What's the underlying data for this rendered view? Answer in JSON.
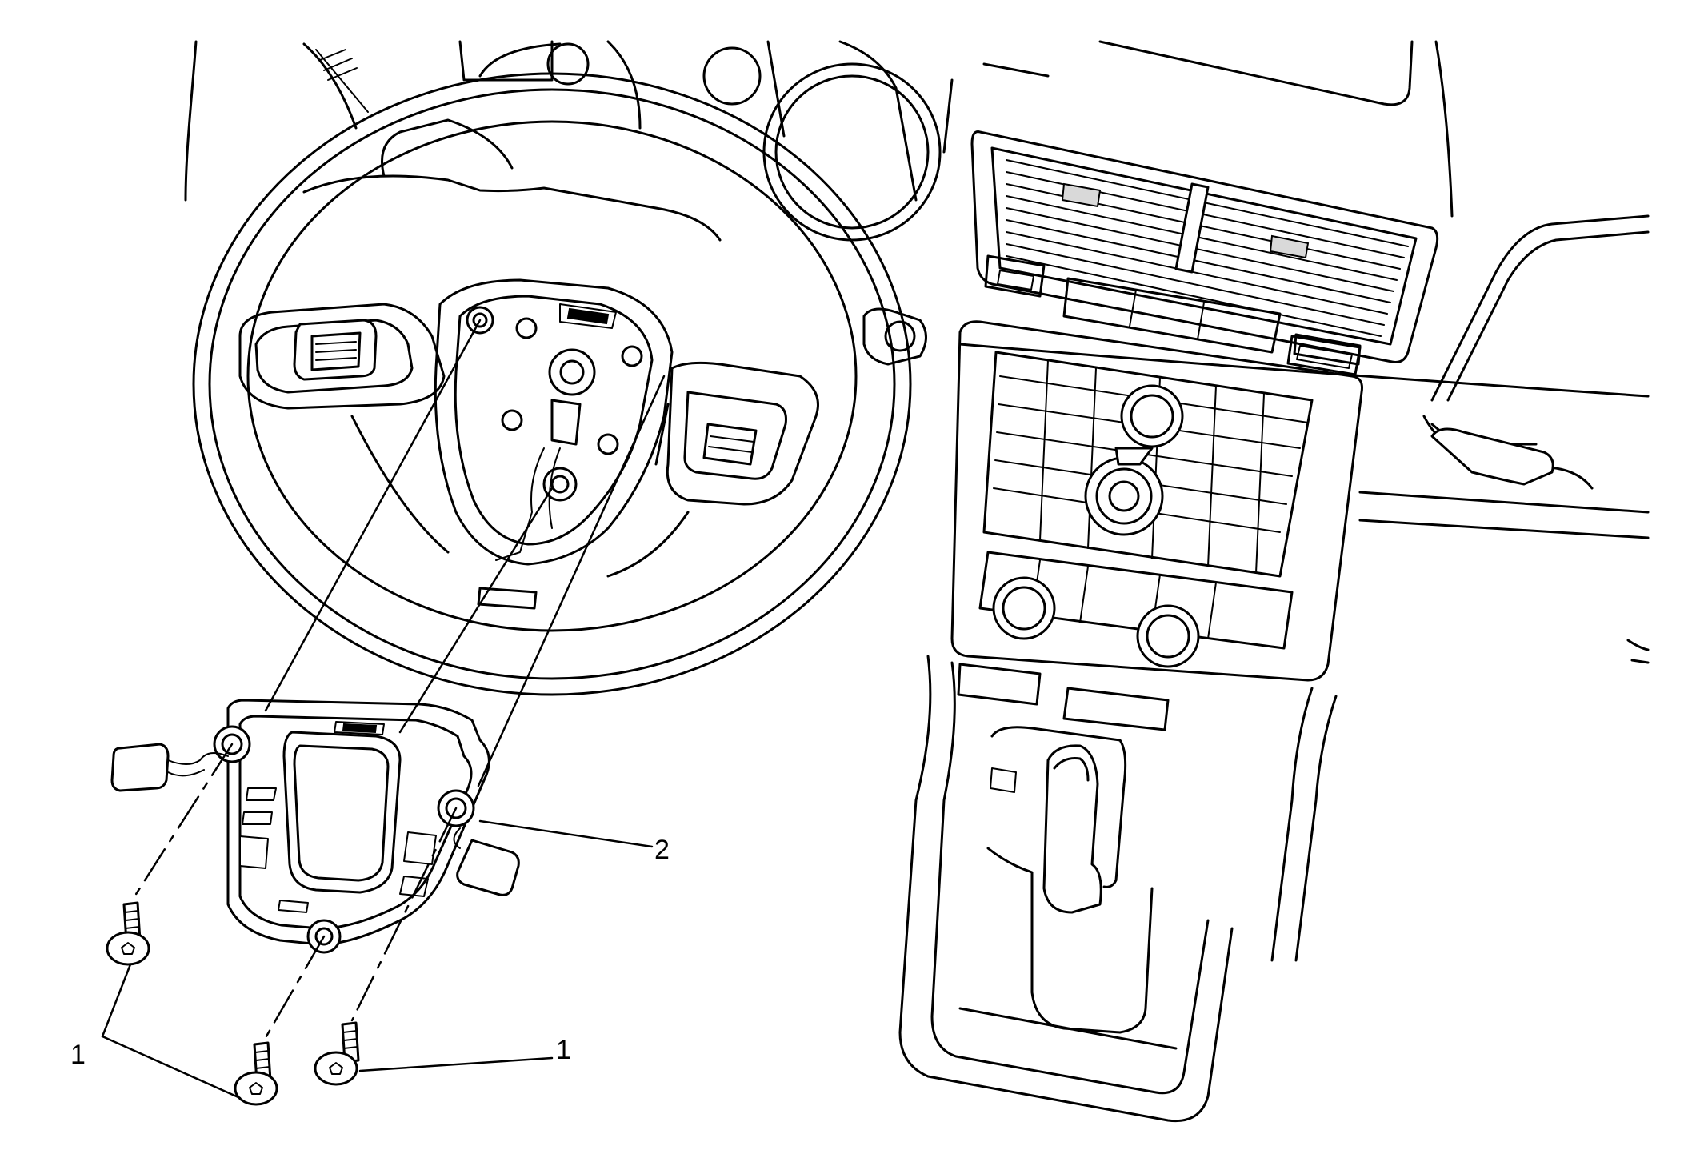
{
  "callouts": {
    "fasteners": "1",
    "fasteners_right": "1",
    "steering_wheel_trim": "2"
  }
}
